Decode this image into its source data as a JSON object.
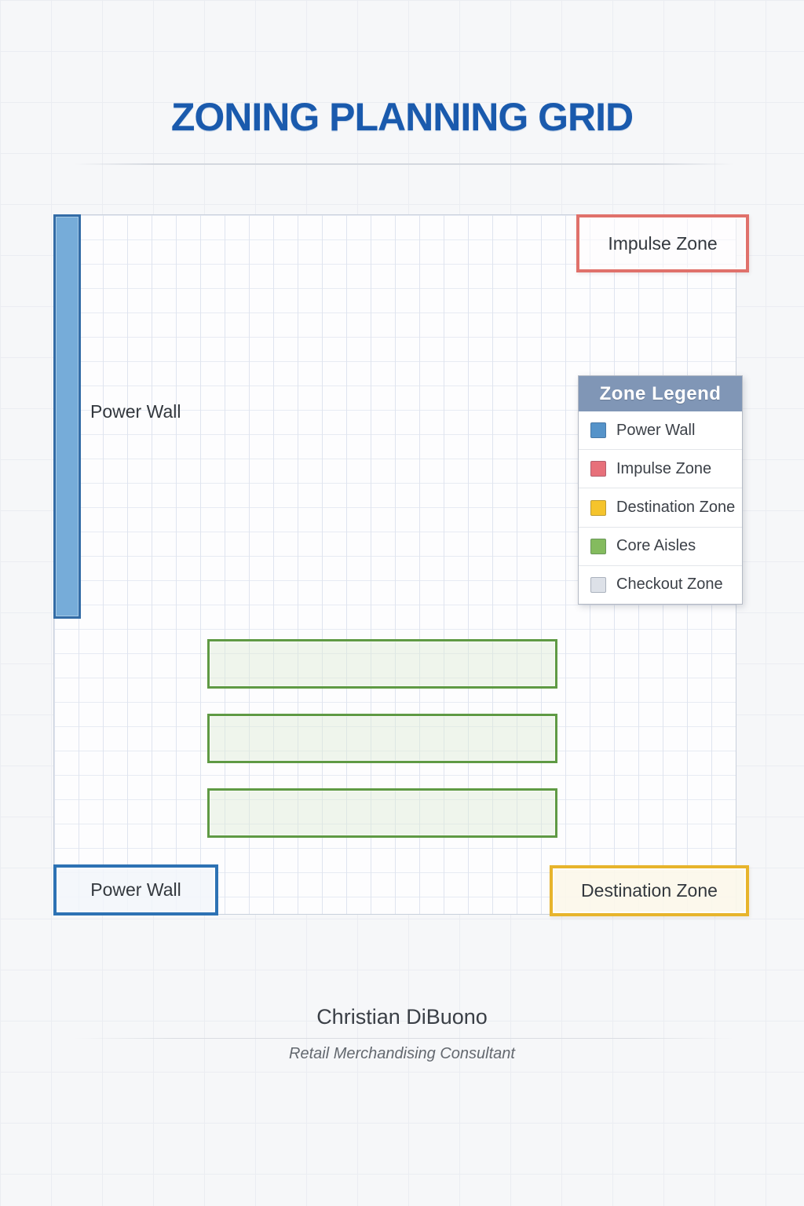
{
  "title": "ZONING PLANNING GRID",
  "zones": {
    "power_wall_left": {
      "label": "Power Wall"
    },
    "impulse": {
      "label": "Impulse Zone"
    },
    "power_wall_bottom": {
      "label": "Power Wall"
    },
    "destination": {
      "label": "Destination Zone"
    },
    "core_aisle_rows": 3
  },
  "legend": {
    "title": "Zone Legend",
    "items": [
      {
        "label": "Power Wall",
        "color": "#5593c9"
      },
      {
        "label": "Impulse Zone",
        "color": "#e7707a"
      },
      {
        "label": "Destination Zone",
        "color": "#f5c42c"
      },
      {
        "label": "Core Aisles",
        "color": "#84bb5e"
      },
      {
        "label": "Checkout Zone",
        "color": "#dde1e8"
      }
    ]
  },
  "colors": {
    "title_blue": "#1a5aad",
    "power_wall_fill": "#76acd9",
    "power_wall_border": "#336ca6",
    "impulse_border": "#e0716b",
    "core_aisle_border": "#5f9a44",
    "destination_border": "#e7b42c",
    "legend_header_bg": "#8096b6"
  },
  "footer": {
    "name": "Christian DiBuono",
    "role": "Retail Merchandising Consultant"
  }
}
